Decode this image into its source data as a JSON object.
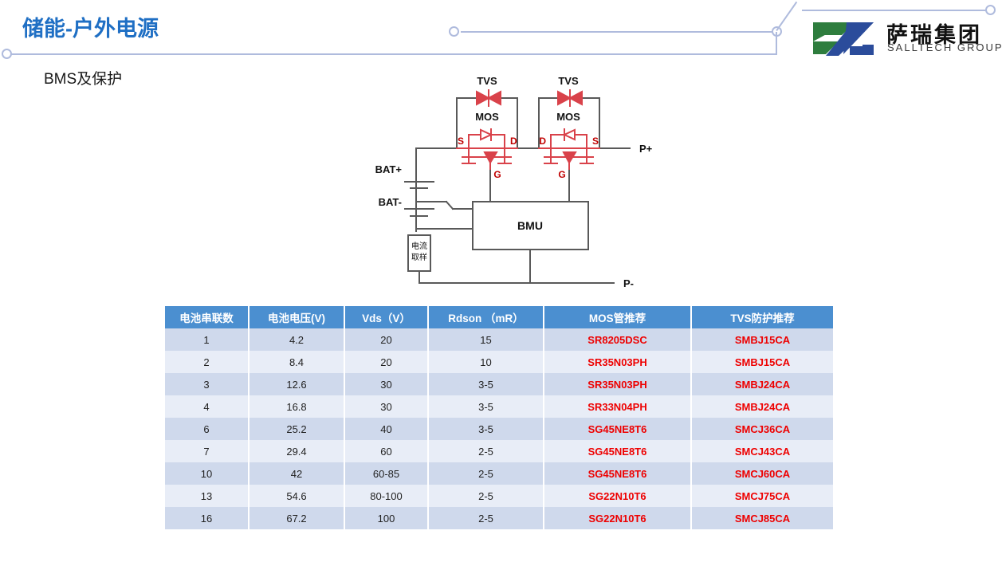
{
  "header": {
    "title": "储能-户外电源",
    "subtitle": "BMS及保护",
    "accent_color": "#1F6FC4",
    "deco_color": "#AFBBDD"
  },
  "logo": {
    "name_cn": "萨瑞集团",
    "name_en": "SALLTECH GROUP",
    "green": "#2E7D3E",
    "blue": "#2B4C9B"
  },
  "diagram": {
    "labels": {
      "tvs_left": "TVS",
      "tvs_right": "TVS",
      "mos_left": "MOS",
      "mos_right": "MOS",
      "s_left": "S",
      "d_left": "D",
      "g_left": "G",
      "d_right": "D",
      "s_right": "S",
      "g_right": "G",
      "bat_plus": "BAT+",
      "bat_minus": "BAT-",
      "p_plus": "P+",
      "p_minus": "P-",
      "bmu": "BMU",
      "shunt_line1": "电流",
      "shunt_line2": "取样"
    },
    "colors": {
      "wire": "#595959",
      "component": "#D9424A",
      "label": "#C00000"
    }
  },
  "table": {
    "headers": [
      "电池串联数",
      "电池电压(V)",
      "Vds（V）",
      "Rdson （mR）",
      "MOS管推荐",
      "TVS防护推荐"
    ],
    "header_bg": "#4B8FD0",
    "row_bg_odd": "#CFD9EC",
    "row_bg_even": "#E8EDF7",
    "part_color": "#EE0000",
    "rows": [
      {
        "series": "1",
        "voltage": "4.2",
        "vds": "20",
        "rdson": "15",
        "mos": "SR8205DSC",
        "tvs": "SMBJ15CA"
      },
      {
        "series": "2",
        "voltage": "8.4",
        "vds": "20",
        "rdson": "10",
        "mos": "SR35N03PH",
        "tvs": "SMBJ15CA"
      },
      {
        "series": "3",
        "voltage": "12.6",
        "vds": "30",
        "rdson": "3-5",
        "mos": "SR35N03PH",
        "tvs": "SMBJ24CA"
      },
      {
        "series": "4",
        "voltage": "16.8",
        "vds": "30",
        "rdson": "3-5",
        "mos": "SR33N04PH",
        "tvs": "SMBJ24CA"
      },
      {
        "series": "6",
        "voltage": "25.2",
        "vds": "40",
        "rdson": "3-5",
        "mos": "SG45NE8T6",
        "tvs": "SMCJ36CA"
      },
      {
        "series": "7",
        "voltage": "29.4",
        "vds": "60",
        "rdson": "2-5",
        "mos": "SG45NE8T6",
        "tvs": "SMCJ43CA"
      },
      {
        "series": "10",
        "voltage": "42",
        "vds": "60-85",
        "rdson": "2-5",
        "mos": "SG45NE8T6",
        "tvs": "SMCJ60CA"
      },
      {
        "series": "13",
        "voltage": "54.6",
        "vds": "80-100",
        "rdson": "2-5",
        "mos": "SG22N10T6",
        "tvs": "SMCJ75CA"
      },
      {
        "series": "16",
        "voltage": "67.2",
        "vds": "100",
        "rdson": "2-5",
        "mos": "SG22N10T6",
        "tvs": "SMCJ85CA"
      }
    ]
  }
}
